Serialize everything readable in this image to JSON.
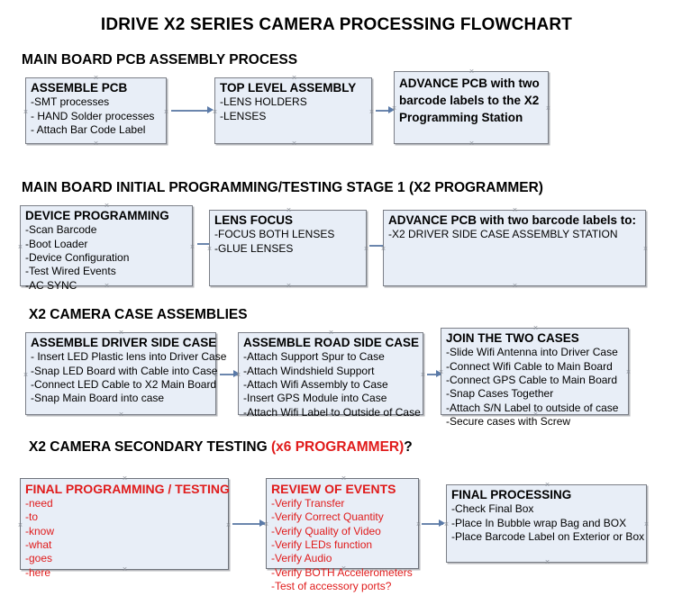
{
  "document": {
    "title": "IDRIVE X2  SERIES CAMERA PROCESSING FLOWCHART"
  },
  "sections": [
    {
      "id": "main-board-pcb-assembly",
      "heading": "MAIN BOARD PCB ASSEMBLY PROCESS",
      "heading_accent": "",
      "nodes": [
        {
          "id": "assemble-pcb",
          "title": "ASSEMBLE PCB",
          "lines": [
            "-SMT processes",
            "- HAND Solder processes",
            "- Attach Bar Code Label"
          ]
        },
        {
          "id": "top-level-assembly",
          "title": "TOP LEVEL ASSEMBLY",
          "lines": [
            "-LENS HOLDERS",
            "-LENSES"
          ]
        },
        {
          "id": "advance-pcb-programming-station",
          "title": "ADVANCE PCB with two barcode labels to the  X2 Programming Station",
          "lines": []
        }
      ]
    },
    {
      "id": "main-board-initial-programming",
      "heading": "MAIN BOARD INITIAL PROGRAMMING/TESTING STAGE 1 (X2 PROGRAMMER)",
      "heading_accent": "",
      "nodes": [
        {
          "id": "device-programming",
          "title": "DEVICE PROGRAMMING",
          "lines": [
            "-Scan Barcode",
            "-Boot Loader",
            "-Device Configuration",
            "-Test Wired Events",
            "-AC SYNC"
          ]
        },
        {
          "id": "lens-focus",
          "title": "LENS FOCUS",
          "lines": [
            "-FOCUS BOTH LENSES",
            "-GLUE LENSES"
          ]
        },
        {
          "id": "advance-pcb-driver-side-case",
          "title": "ADVANCE PCB with two barcode labels to:",
          "lines": [
            "-X2 DRIVER  SIDE  CASE  ASSEMBLY STATION"
          ]
        }
      ]
    },
    {
      "id": "x2-camera-case-assemblies",
      "heading": "X2 CAMERA CASE ASSEMBLIES",
      "heading_accent": "",
      "nodes": [
        {
          "id": "assemble-driver-side-case",
          "title": "ASSEMBLE DRIVER SIDE CASE",
          "lines": [
            "- Insert LED Plastic lens into Driver Case",
            "-Snap LED Board with Cable into Case",
            "-Connect LED Cable to X2 Main Board",
            "-Snap Main Board into case"
          ]
        },
        {
          "id": "assemble-road-side-case",
          "title": "ASSEMBLE ROAD SIDE CASE",
          "lines": [
            "-Attach Support Spur to Case",
            "-Attach Windshield Support",
            "-Attach Wifi Assembly to Case",
            "-Insert GPS Module into Case",
            "-Attach Wifi Label to Outside of Case"
          ]
        },
        {
          "id": "join-the-two-cases",
          "title": "JOIN THE TWO CASES",
          "lines": [
            "-Slide Wifi Antenna into Driver Case",
            "-Connect Wifi Cable to Main Board",
            "-Connect GPS Cable to Main Board",
            "-Snap Cases Together",
            "-Attach S/N Label to outside of case",
            "-Secure cases with Screw"
          ]
        }
      ]
    },
    {
      "id": "x2-camera-secondary-testing",
      "heading": "X2 CAMERA SECONDARY TESTING ",
      "heading_accent": "(x6 PROGRAMMER)",
      "heading_tail": "?",
      "nodes": [
        {
          "id": "final-programming-testing",
          "title": "FINAL PROGRAMMING / TESTING",
          "lines": [
            "-need",
            "-to",
            "-know",
            "-what",
            "-goes",
            "-here"
          ]
        },
        {
          "id": "review-of-events",
          "title": "REVIEW OF EVENTS",
          "lines": [
            "-Verify Transfer",
            "-Verify Correct Quantity",
            "-Verify Quality of Video",
            "-Verify LEDs function",
            "-Verify Audio",
            "-Verify BOTH Accelerometers",
            "-Test of accessory ports?"
          ]
        },
        {
          "id": "final-processing",
          "title": "FINAL PROCESSING",
          "lines": [
            "-Check Final Box",
            "-Place In Bubble wrap Bag and BOX",
            "-Place Barcode Label on Exterior or Box"
          ]
        }
      ]
    }
  ],
  "colors": {
    "box_fill": "#e8eef7",
    "box_border": "#7b7f87",
    "connector": "#6b86ad",
    "accent_red": "#e01b1b",
    "text": "#000000"
  }
}
